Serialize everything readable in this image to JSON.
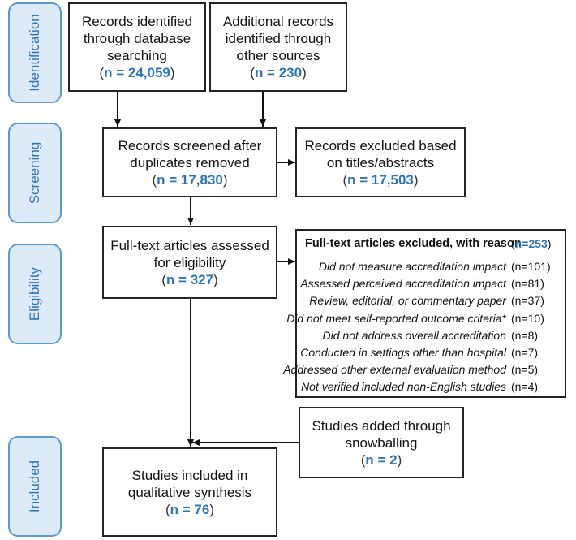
{
  "stages": {
    "identification": "Identification",
    "screening": "Screening",
    "eligibility": "Eligibility",
    "included": "Included"
  },
  "boxes": {
    "db_records": {
      "line1": "Records identified",
      "line2": "through database",
      "line3": "searching",
      "count": "n = 24,059"
    },
    "other_records": {
      "line1": "Additional records",
      "line2": "identified through",
      "line3": "other sources",
      "count": "n = 230"
    },
    "screened": {
      "line1": "Records screened after",
      "line2": "duplicates removed",
      "count": "n = 17,830"
    },
    "excluded_titles": {
      "line1": "Records excluded based",
      "line2": "on titles/abstracts",
      "count": "n = 17,503"
    },
    "fulltext": {
      "line1": "Full-text articles assessed",
      "line2": "for eligibility",
      "count": "n = 327"
    },
    "snowball": {
      "line1": "Studies added through",
      "line2": "snowballing",
      "count": "n = 2"
    },
    "included": {
      "line1": "Studies included in",
      "line2": "qualitative synthesis",
      "count": "n = 76"
    }
  },
  "exclusions": {
    "heading": "Full-text articles excluded, with reason",
    "heading_count": "n=253",
    "reasons": [
      {
        "label": "Did not measure accreditation impact",
        "count": "(n=101)"
      },
      {
        "label": "Assessed perceived accreditation impact",
        "count": "(n=81)"
      },
      {
        "label": "Review, editorial, or commentary paper",
        "count": "(n=37)"
      },
      {
        "label": "Did not meet self-reported outcome criteria*",
        "count": "(n=10)"
      },
      {
        "label": "Did not address overall accreditation",
        "count": "(n=8)"
      },
      {
        "label": "Conducted in settings other than hospital",
        "count": "(n=7)"
      },
      {
        "label": "Addressed other external evaluation method",
        "count": "(n=5)"
      },
      {
        "label": "Not verified included non-English studies",
        "count": "(n=4)"
      }
    ]
  },
  "colors": {
    "stage_border": "#5b9bd5",
    "stage_fill": "#dcebf7",
    "count_blue": "#2e75b6"
  }
}
